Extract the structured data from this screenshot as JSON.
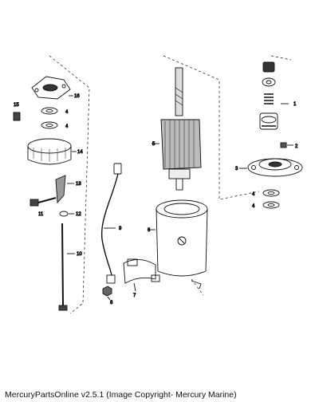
{
  "callouts": {
    "c1": "1",
    "c2": "2",
    "c3": "3",
    "c4a": "4",
    "c4b": "4",
    "c4c": "4",
    "c4d": "4",
    "c5": "5",
    "c6": "6",
    "c7": "7",
    "c8": "8",
    "c9": "9",
    "c10": "10",
    "c11": "11",
    "c12": "12",
    "c13": "13",
    "c14": "14",
    "c15": "15",
    "c16": "16"
  },
  "caption": "MercuryPartsOnline v2.5.1 (Image Copyright- Mercury Marine)",
  "colors": {
    "ink": "#111111",
    "shade": "#555555",
    "background": "#ffffff"
  }
}
